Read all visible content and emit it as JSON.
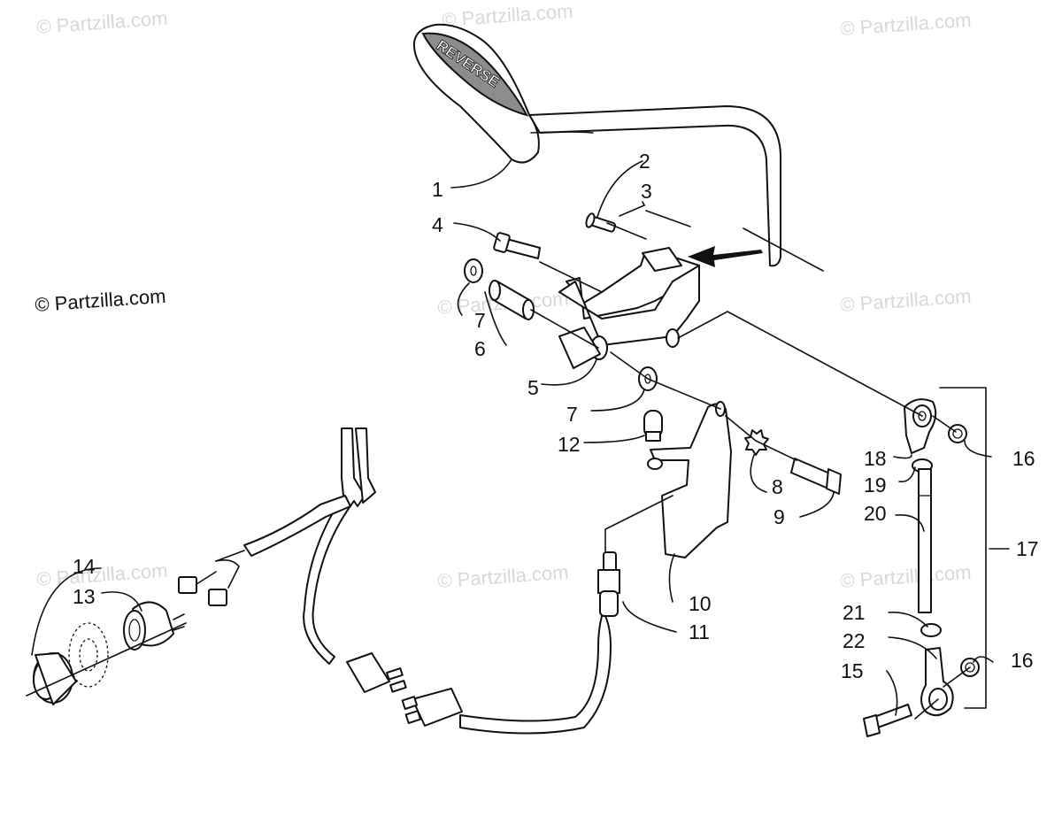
{
  "watermarks": [
    "© Partzilla.com",
    "© Partzilla.com",
    "© Partzilla.com",
    "© Partzilla.com",
    "© Partzilla.com",
    "© Partzilla.com",
    "© Partzilla.com",
    "© Partzilla.com",
    "© Partzilla.com"
  ],
  "copyright": "© Partzilla.com",
  "handle_text": "REVERSE",
  "callouts": {
    "c1": "1",
    "c2": "2",
    "c3": "3",
    "c4": "4",
    "c5": "5",
    "c6": "6",
    "c7a": "7",
    "c7b": "7",
    "c8": "8",
    "c9": "9",
    "c10": "10",
    "c11": "11",
    "c12": "12",
    "c13": "13",
    "c14": "14",
    "c15": "15",
    "c16a": "16",
    "c16b": "16",
    "c17": "17",
    "c18": "18",
    "c19": "19",
    "c20": "20",
    "c21": "21",
    "c22": "22"
  }
}
